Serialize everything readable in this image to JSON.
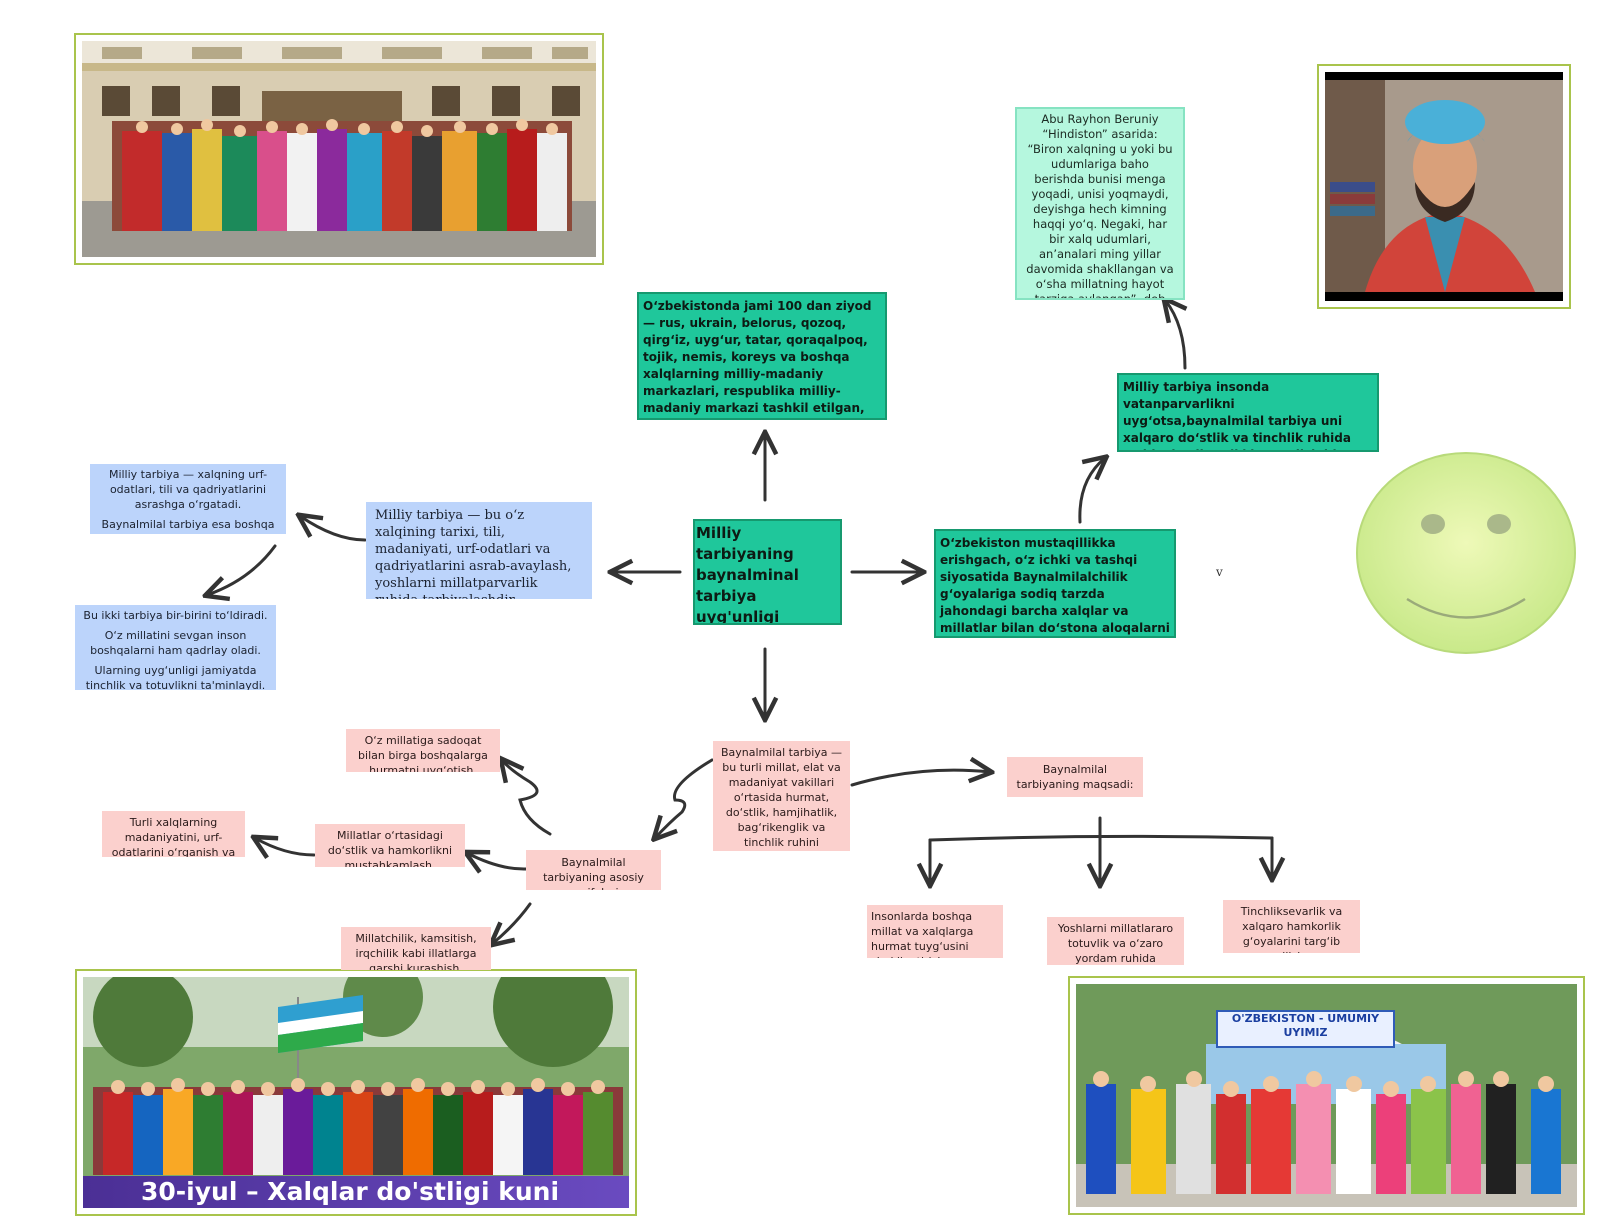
{
  "center": {
    "text": "Milliy tarbiyaning baynalminal tarbiya uyg'unligi"
  },
  "top_box": {
    "text": "O‘zbekistonda jami 100 dan ziyod — rus, ukrain, belorus, qozoq, qirg‘iz, uyg‘ur, tatar, qoraqalpoq, tojik, nemis, koreys va boshqa xalqlarning milliy-madaniy markazlari, respublika milliy-madaniy markazi tashkil etilgan, barcha elatlarning ma'naviy yuksalishi"
  },
  "right_box": {
    "text": "O‘zbekiston mustaqillikka erishgach, o‘z ichki va tashqi siyosatida Baynalmilalchilik g‘oyalariga sodiq tarzda jahondagi barcha xalqlar va millatlar bilan do‘stona aloqalarni o‘rnatish hamda rivojlantirish yo‘lidan"
  },
  "upper_right_box": {
    "text": "Milliy tarbiya insonda vatanparvarlikni uyg‘otsa,baynalmilal tarbiya uni xalqaro do‘stlik va tinchlik ruhida tarbiyalaydi.Bu ikki yo‘nalish bir-birini to‘ldirib, barkamol"
  },
  "quote_box": {
    "text": "Abu Rayhon Beruniy “Hindiston” asarida: “Biron xalqning u yoki bu udumlariga baho berishda bunisi menga yoqadi, unisi yoqmaydi, deyishga hech kimning haqqi yo‘q. Negaki, har bir xalq udumlari, an’analari ming yillar davomida shakllangan va o‘sha millatning hayot tarziga aylangan”, deb"
  },
  "left_box": {
    "text": "Milliy tarbiya — bu o‘z xalqining tarixi, tili, madaniyati, urf-odatlari va qadriyatlarini asrab-avaylash, yoshlarni millatparvarlik ruhida tarbiyalashdir."
  },
  "far_left_top": {
    "p1": "Milliy tarbiya — xalqning urf-odatlari, tili va qadriyatlarini asrashga o‘rgatadi.",
    "p2": "Baynalmilal tarbiya esa boshqa"
  },
  "far_left_bottom": {
    "p1": "Bu ikki tarbiya bir-birini to‘ldiradi.",
    "p2": "O‘z millatini sevgan inson boshqalarni ham qadrlay oladi.",
    "p3": "Ularning uyg‘unligi jamiyatda tinchlik va totuvlikni ta'minlaydi."
  },
  "bottom_def": {
    "text": "Baynalmilal tarbiya — bu turli millat, elat va madaniyat vakillari o‘rtasida hurmat, do‘stlik, hamjihatlik, bag‘rikenglik va tinchlik ruhini tarbiyalashga qaratilgan"
  },
  "tasks_box": {
    "text": "Baynalmilal tarbiyaning asosiy vazifalari"
  },
  "task_loyalty": {
    "text": "O‘z millatiga sadoqat bilan birga boshqalarga hurmatni uyg‘otish."
  },
  "task_cooperation": {
    "text": "Millatlar o‘rtasidagi do‘stlik va hamkorlikni mustahkamlash."
  },
  "task_cultures": {
    "text": "Turli xalqlarning madaniyatini, urf-odatlarini o‘rganish va qadrlash."
  },
  "task_fight": {
    "text": "Millatchilik, kamsitish, irqchilik kabi illatlarga qarshi kurashish."
  },
  "goal_box": {
    "text": "Baynalmilal tarbiyaning maqsadi:"
  },
  "goal_respect": {
    "text": "Insonlarda boshqa millat va xalqlarga hurmat tuyg‘usini shakllantirish."
  },
  "goal_youth": {
    "text": "Yoshlarni millatlararo totuvlik va o‘zaro yordam ruhida tarbiyalash."
  },
  "goal_peace": {
    "text": "Tinchliksevarlik va xalqaro hamkorlik g‘oyalarini targ‘ib qilish."
  },
  "lone_mark": "v",
  "photo_bottom_left": {
    "caption": "30-iyul – Xalqlar do'stligi kuni"
  },
  "photo_bottom_right": {
    "banner": "O'ZBEKISTON - UMUMIY UYIMIZ"
  },
  "icons": [
    "group-photo",
    "scholar-portrait",
    "smiley-face"
  ],
  "colors": {
    "green": "#1fc79b",
    "mint": "#b5f7de",
    "blue": "#bcd4fb",
    "pink": "#fbd0cd",
    "arrow": "#333333",
    "smiley": "#e4f5a8"
  }
}
